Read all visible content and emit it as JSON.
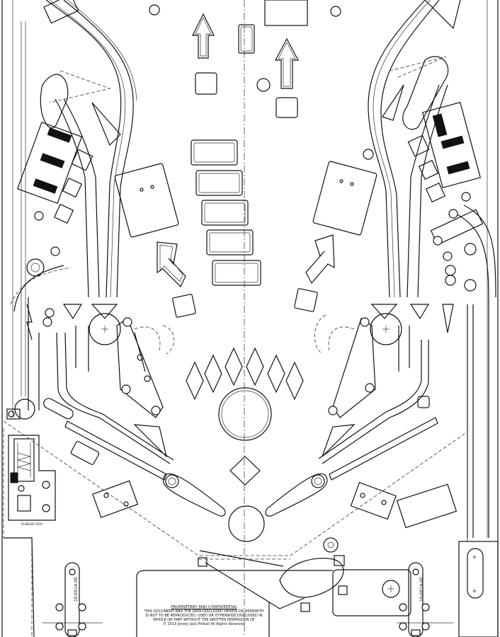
{
  "notice": {
    "title": "PROPRIETARY AND CONFIDENTIAL",
    "line1": "THIS DOCUMENT AND THE DATA DISCLOSED HEREIN OR HEREWITH",
    "line2": "IS NOT TO BE REPRODUCED, USED OR OTHERWISE DISCLOSED IN",
    "line3": "WHOLE OR PART WITHOUT THE WRITTEN PERMISSION OF",
    "line4": "© 2013 Jersey Jack Pinball All Rights Reserved"
  },
  "labels": {
    "left_part": "10-0014-00",
    "right_part": "10-0014-00",
    "small_tag": "PLUNGER ASSY"
  },
  "colors": {
    "line": "#111111",
    "background": "#ffffff"
  }
}
